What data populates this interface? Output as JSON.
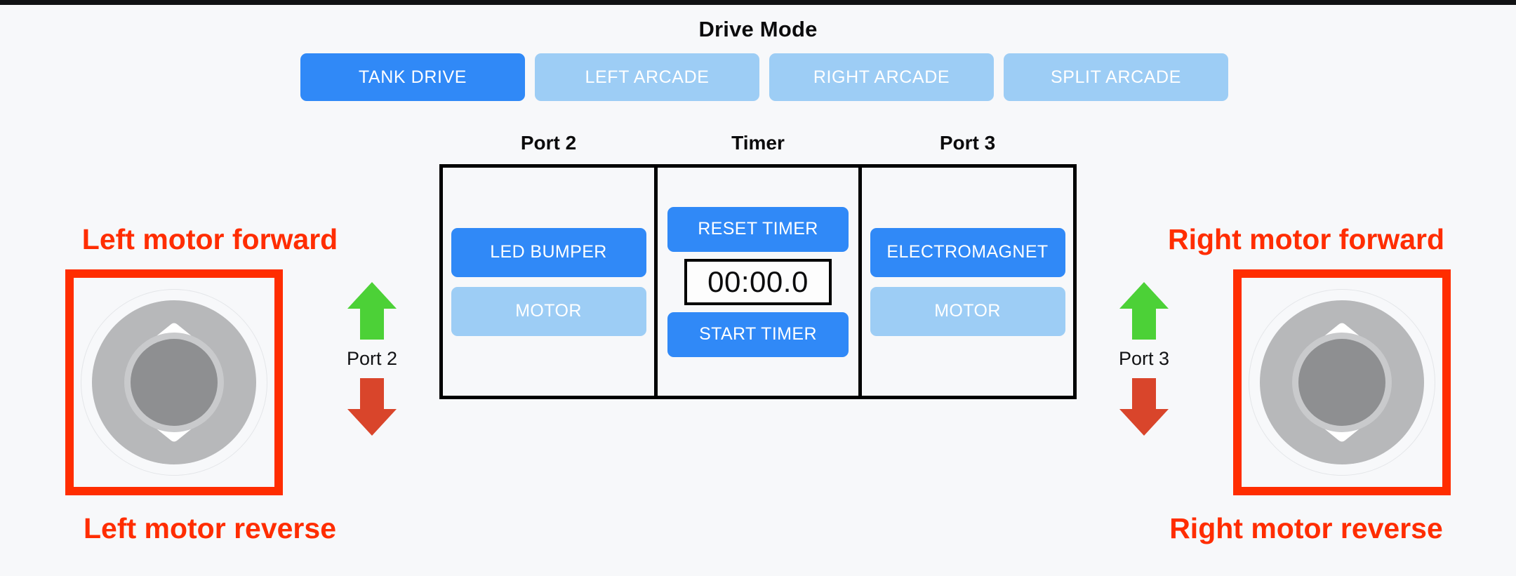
{
  "drive_mode": {
    "title": "Drive Mode",
    "modes": [
      {
        "label": "TANK DRIVE",
        "active": true
      },
      {
        "label": "LEFT ARCADE",
        "active": false
      },
      {
        "label": "RIGHT ARCADE",
        "active": false
      },
      {
        "label": "SPLIT ARCADE",
        "active": false
      }
    ]
  },
  "panel": {
    "port2": {
      "header": "Port 2",
      "primary_button": "LED BUMPER",
      "secondary_button": "MOTOR"
    },
    "timer": {
      "header": "Timer",
      "reset_button": "RESET TIMER",
      "display": "00:00.0",
      "start_button": "START TIMER"
    },
    "port3": {
      "header": "Port 3",
      "primary_button": "ELECTROMAGNET",
      "secondary_button": "MOTOR"
    }
  },
  "left_control": {
    "caption_top": "Left motor forward",
    "caption_bottom": "Left motor reverse",
    "port_label": "Port 2",
    "up_icon": "green-up-arrow-icon",
    "down_icon": "red-down-arrow-icon",
    "joystick_up_icon": "chevron-up-icon",
    "joystick_down_icon": "chevron-down-icon"
  },
  "right_control": {
    "caption_top": "Right motor forward",
    "caption_bottom": "Right motor reverse",
    "port_label": "Port 3",
    "up_icon": "green-up-arrow-icon",
    "down_icon": "red-down-arrow-icon",
    "joystick_up_icon": "chevron-up-icon",
    "joystick_down_icon": "chevron-down-icon"
  },
  "colors": {
    "background": "#f7f8fa",
    "accent_blue": "#3089f7",
    "inactive_blue": "#9dcdf5",
    "annotation_red": "#ff2d00",
    "arrow_green": "#4cd137",
    "arrow_red": "#d9452b",
    "panel_border": "#000000",
    "joystick_ring": "#b7b8ba",
    "joystick_knob": "#8e8f91"
  }
}
